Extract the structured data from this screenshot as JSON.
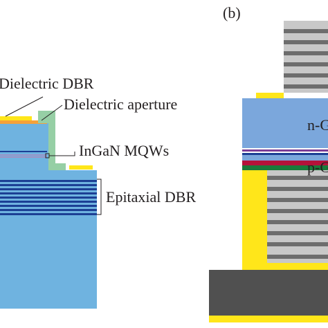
{
  "panel_b_tag": "(b)",
  "labels": {
    "dielectric_dbr": "Dielectric DBR",
    "dielectric_aperture": "Dielectric aperture",
    "ingan_mqws": "InGaN MQWs",
    "epitaxial_dbr": "Epitaxial DBR",
    "n_layer": "n-G",
    "p_layer": "p-G"
  },
  "colors": {
    "nitride": "#6fb3e0",
    "nitride_b": "#7ba7dc",
    "dbr_stripe": "#1c3f94",
    "metal": "#ffe61a",
    "aperture": "#96cfa5",
    "dielectric_orange": "#f5a13a",
    "dielectric_grey_light": "#c8c8c8",
    "dielectric_grey_dark": "#6d6d6d",
    "mqw_purple": "#7a3c96",
    "p_contact_red": "#b5123a",
    "p_contact_green": "#1b7a3a",
    "substrate": "#505050"
  }
}
